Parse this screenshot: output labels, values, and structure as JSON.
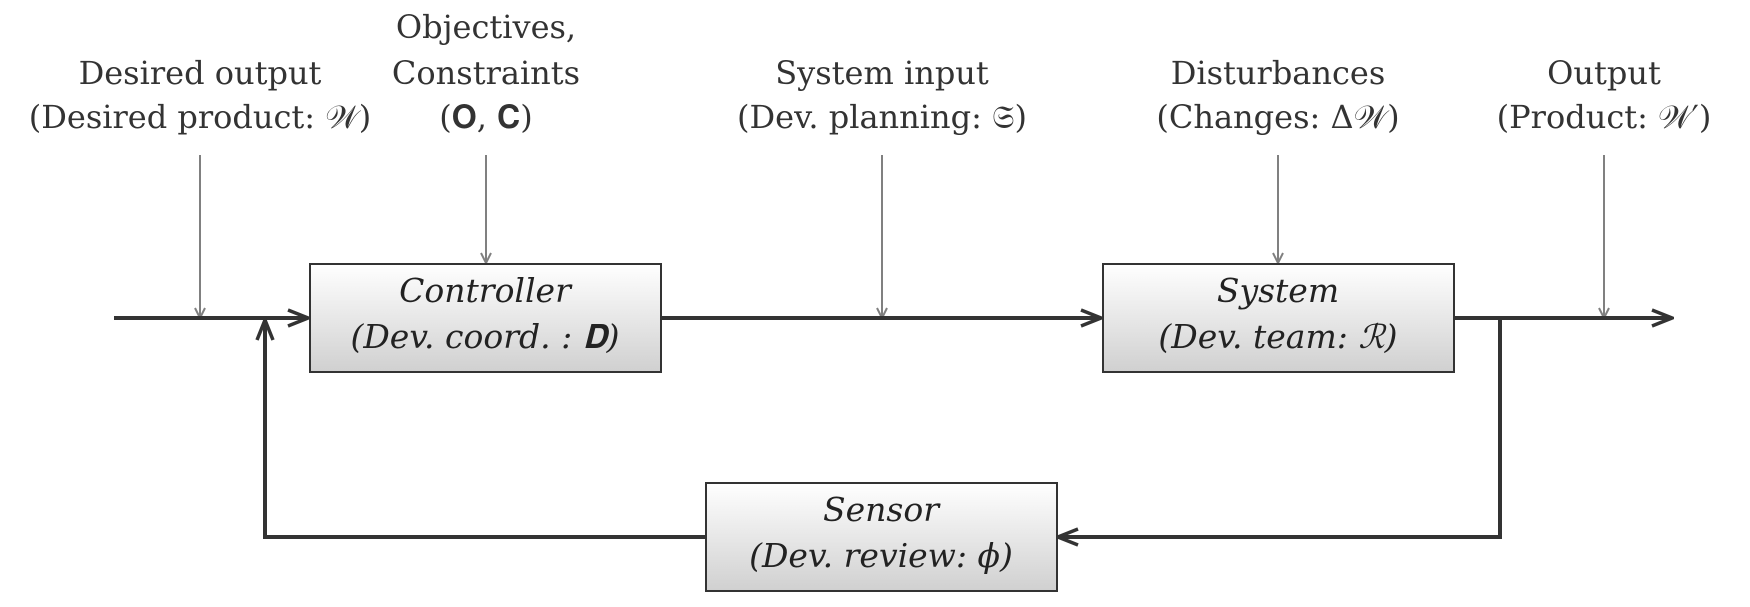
{
  "inputs": {
    "desired_output": {
      "line1": "Desired output",
      "line2": "(Desired product: 𝒲)"
    },
    "objectives": {
      "line1": "Objectives,",
      "line2": "Constraints",
      "line3": "(𝐎, 𝐂)"
    },
    "system_input": {
      "line1": "System input",
      "line2": "(Dev.  planning: 𝔖)"
    },
    "disturbances": {
      "line1": "Disturbances",
      "line2": "(Changes: Δ𝒲)"
    },
    "output": {
      "line1": "Output",
      "line2": "(Product: 𝒲′)"
    }
  },
  "blocks": {
    "controller": {
      "line1": "Controller",
      "line2": "(Dev.  coord. : 𝐃)"
    },
    "system": {
      "line1": "System",
      "line2": "(Dev.  team: ℛ)"
    },
    "sensor": {
      "line1": "Sensor",
      "line2": "(Dev.  review: ϕ)"
    }
  },
  "colors": {
    "main_line": "#333333",
    "input_arrow": "#808080",
    "box_top": "#ffffff",
    "box_bottom": "#d0d0d0"
  }
}
